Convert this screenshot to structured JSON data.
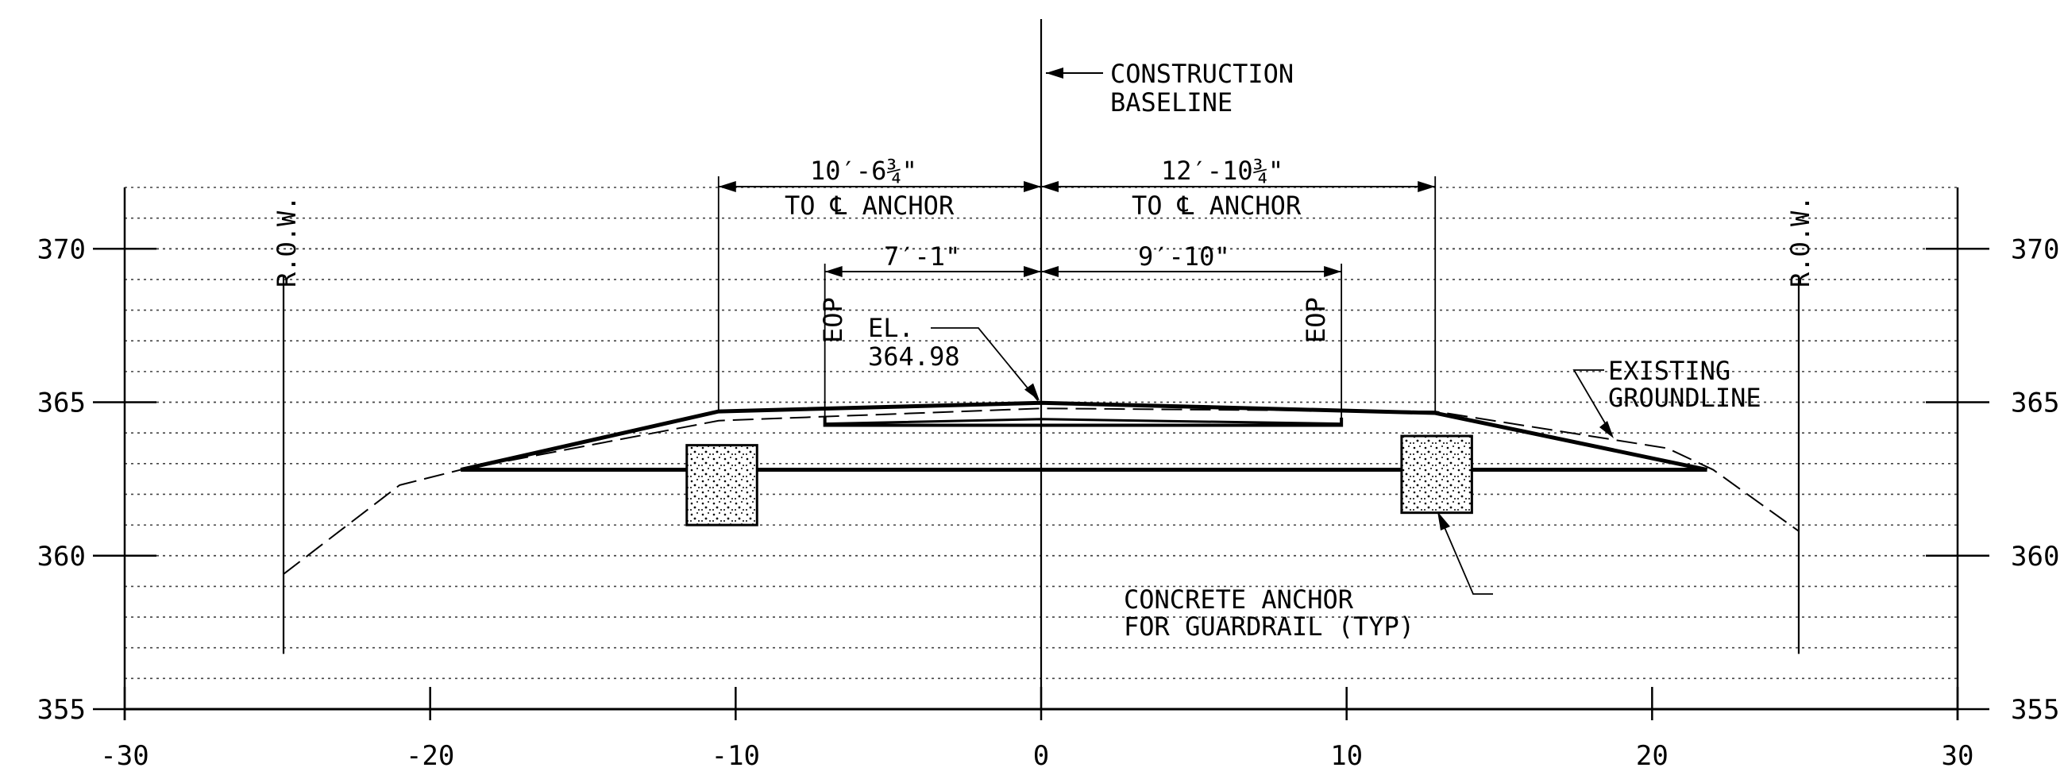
{
  "chart_data": {
    "type": "diagram",
    "x_ticks": [
      "-30",
      "-20",
      "-10",
      "0",
      "10",
      "20",
      "30"
    ],
    "y_ticks_left": [
      "355",
      "360",
      "365",
      "370"
    ],
    "y_ticks_right": [
      "355",
      "360",
      "365",
      "370"
    ],
    "xlim": [
      -30,
      30
    ],
    "ylim": [
      355,
      372
    ],
    "grid": "dotted",
    "roadway_top_profile": [
      [
        -19,
        362.8
      ],
      [
        -10.56,
        364.7
      ],
      [
        0,
        364.98
      ],
      [
        12.9,
        364.65
      ],
      [
        21.8,
        362.8
      ]
    ],
    "existing_groundline": [
      [
        -24.8,
        359.4
      ],
      [
        -21,
        362.3
      ],
      [
        -19,
        362.8
      ],
      [
        -10.56,
        364.4
      ],
      [
        0,
        364.8
      ],
      [
        12.9,
        364.7
      ],
      [
        20.5,
        363.5
      ],
      [
        22,
        362.8
      ],
      [
        24.8,
        360.8
      ]
    ],
    "subgrade_line": {
      "from": -19,
      "to": 21.8,
      "elev": 362.8
    },
    "pavement_box": {
      "from": -7.08,
      "to": 9.83,
      "bottom": 364.25
    },
    "anchors": [
      {
        "x_from": -11.6,
        "x_to": -9.3,
        "top": 363.6,
        "bottom": 361.0
      },
      {
        "x_from": 11.8,
        "x_to": 14.1,
        "top": 363.9,
        "bottom": 361.4
      }
    ],
    "row_lines": [
      -24.8,
      24.8
    ],
    "baseline_x": 0
  },
  "labels": {
    "construction_baseline_1": "CONSTRUCTION",
    "construction_baseline_2": "BASELINE",
    "dim_left_anchor": "10′-6¾\"",
    "dim_left_anchor_sub": "TO ℄ ANCHOR",
    "dim_right_anchor": "12′-10¾\"",
    "dim_right_anchor_sub": "TO ℄ ANCHOR",
    "dim_left_eop": "7′-1\"",
    "dim_right_eop": "9′-10\"",
    "eop_left": "EOP",
    "eop_right": "EOP",
    "elev_label_1": "EL.",
    "elev_label_2": "364.98",
    "existing_1": "EXISTING",
    "existing_2": "GROUNDLINE",
    "anchor_note_1": "CONCRETE ANCHOR",
    "anchor_note_2": "FOR GUARDRAIL (TYP)",
    "row_left": "R.O.W.",
    "row_right": "R.O.W."
  }
}
